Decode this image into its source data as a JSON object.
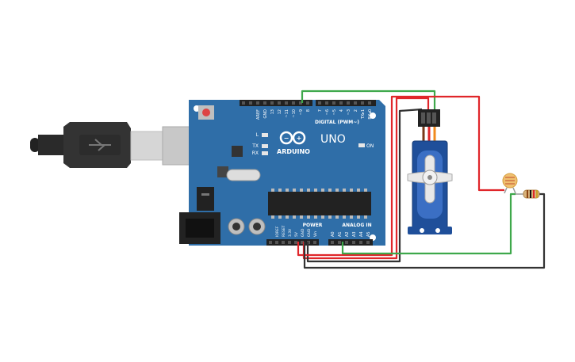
{
  "board": {
    "brand": "ARDUINO",
    "model": "UNO",
    "digital_header_label": "DIGITAL (PWM~)",
    "power_label": "POWER",
    "analog_label": "ANALOG IN",
    "led_l": "L",
    "led_tx": "TX",
    "led_rx": "RX",
    "led_on": "ON",
    "top_left_pins": [
      "AREF",
      "GND"
    ],
    "digital_pins": [
      "13",
      "12",
      "~11",
      "~10",
      "~9",
      "8",
      "7",
      "~6",
      "~5",
      "4",
      "~3",
      "2",
      "TX▸1",
      "RX◂0"
    ],
    "power_pins": [
      "IOREF",
      "RESET",
      "3.3V",
      "5V",
      "GND",
      "GND",
      "Vin"
    ],
    "analog_pins": [
      "A0",
      "A1",
      "A2",
      "A3",
      "A4",
      "A5"
    ],
    "color": "#2f6ea8"
  },
  "components": {
    "usb_cable": "usb-cable",
    "servo": "micro-servo",
    "photoresistor": "photoresistor",
    "resistor": "resistor"
  },
  "wire_colors": {
    "red": "#e0262a",
    "black": "#333333",
    "green": "#3ea84b"
  }
}
